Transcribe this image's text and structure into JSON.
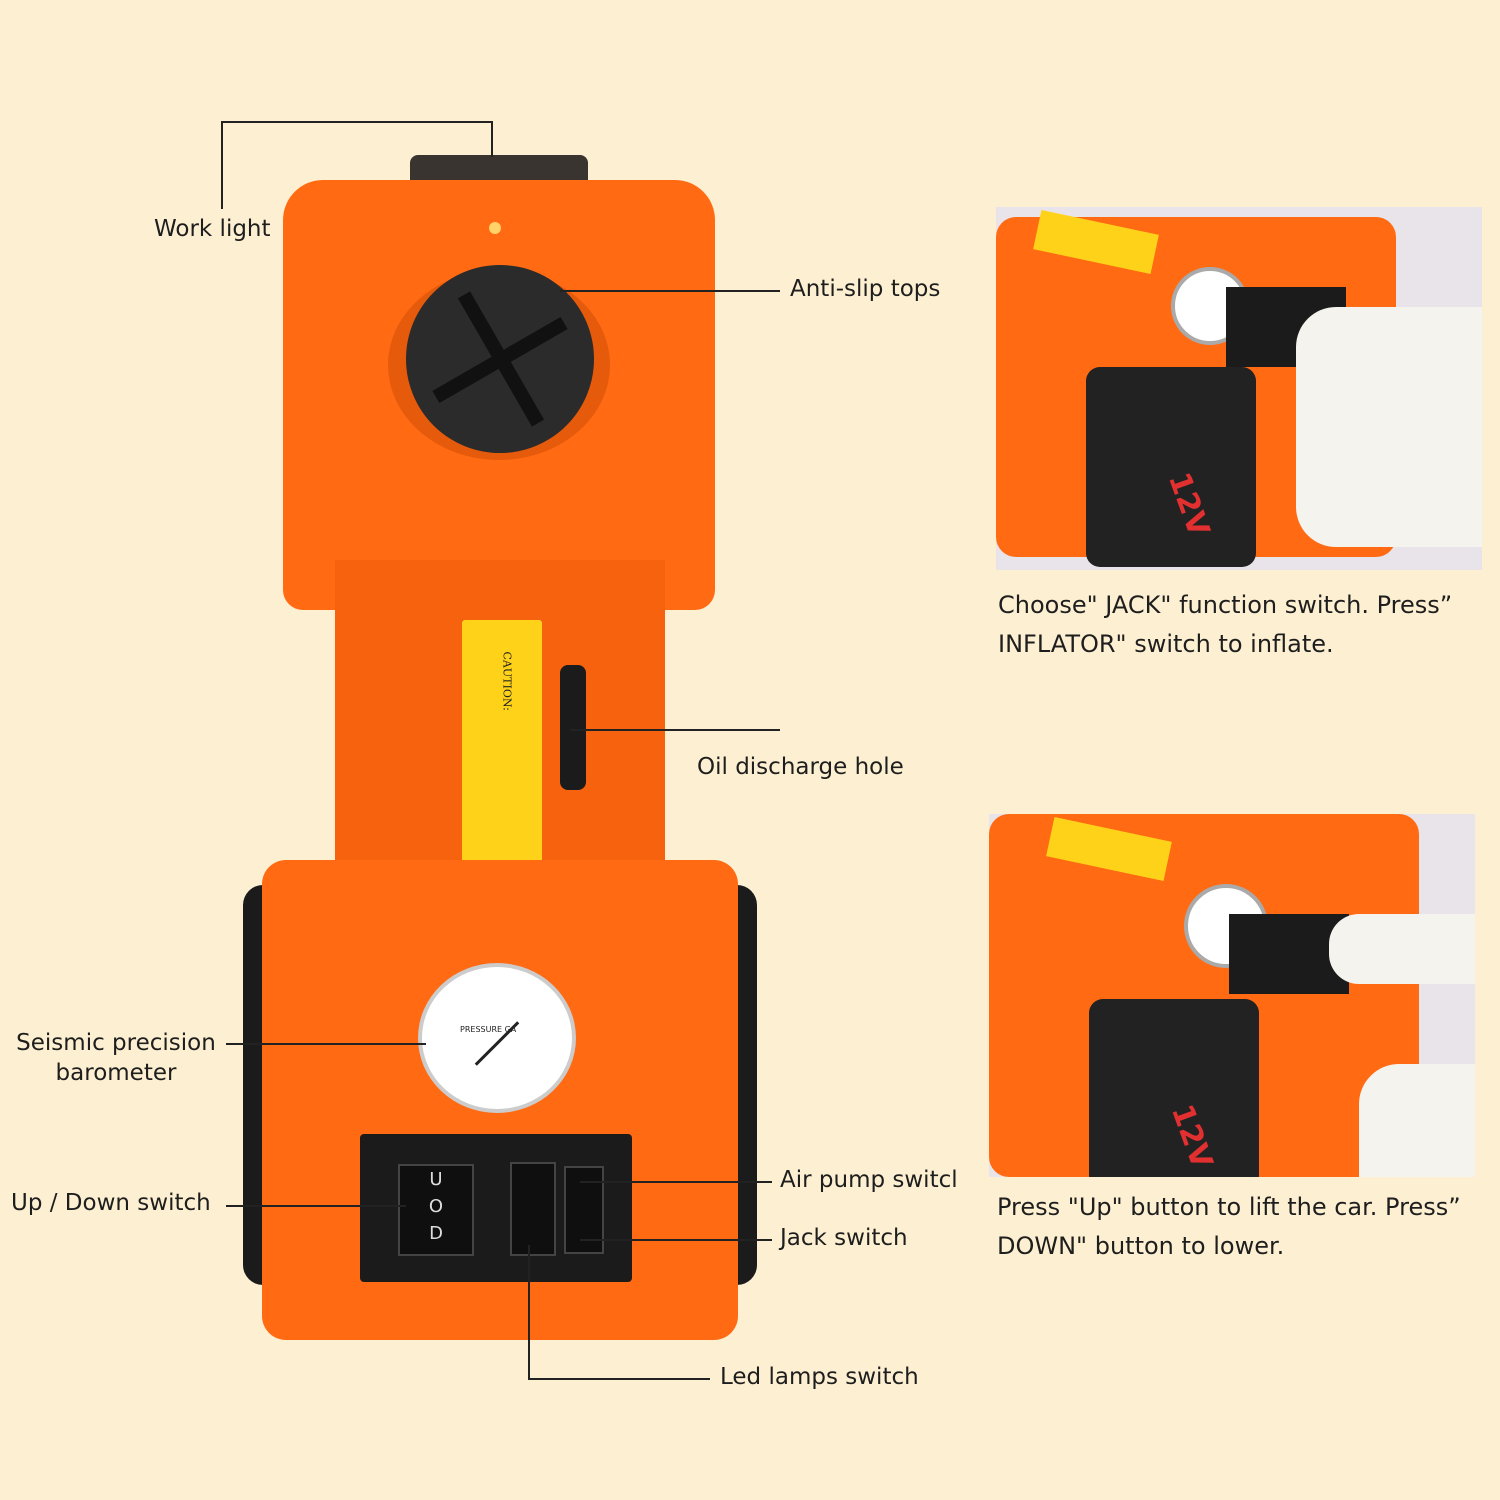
{
  "colors": {
    "background": "#fdf0d2",
    "product_orange": "#ff6a12",
    "caution_yellow": "#ffd21a"
  },
  "callouts": {
    "work_light": "Work light",
    "anti_slip_tops": "Anti-slip tops",
    "oil_discharge_hole": "Oil discharge hole",
    "barometer_line1": "Seismic precision",
    "barometer_line2": "barometer",
    "up_down_switch": "Up / Down switch",
    "air_pump_switch": "Air pump switcl",
    "jack_switch": "Jack switch",
    "led_lamps_switch": "Led lamps switch"
  },
  "device": {
    "caution_title": "CAUTION:",
    "switch_up": "U",
    "switch_off": "O",
    "switch_down": "D",
    "voltage": "12V",
    "gauge_label": "PRESSURE GA"
  },
  "photos": [
    {
      "caption": "Choose\" JACK\" function switch. Press” INFLATOR\" switch to inflate."
    },
    {
      "caption": "Press \"Up\" button to lift the car. Press” DOWN\" button to lower."
    }
  ]
}
